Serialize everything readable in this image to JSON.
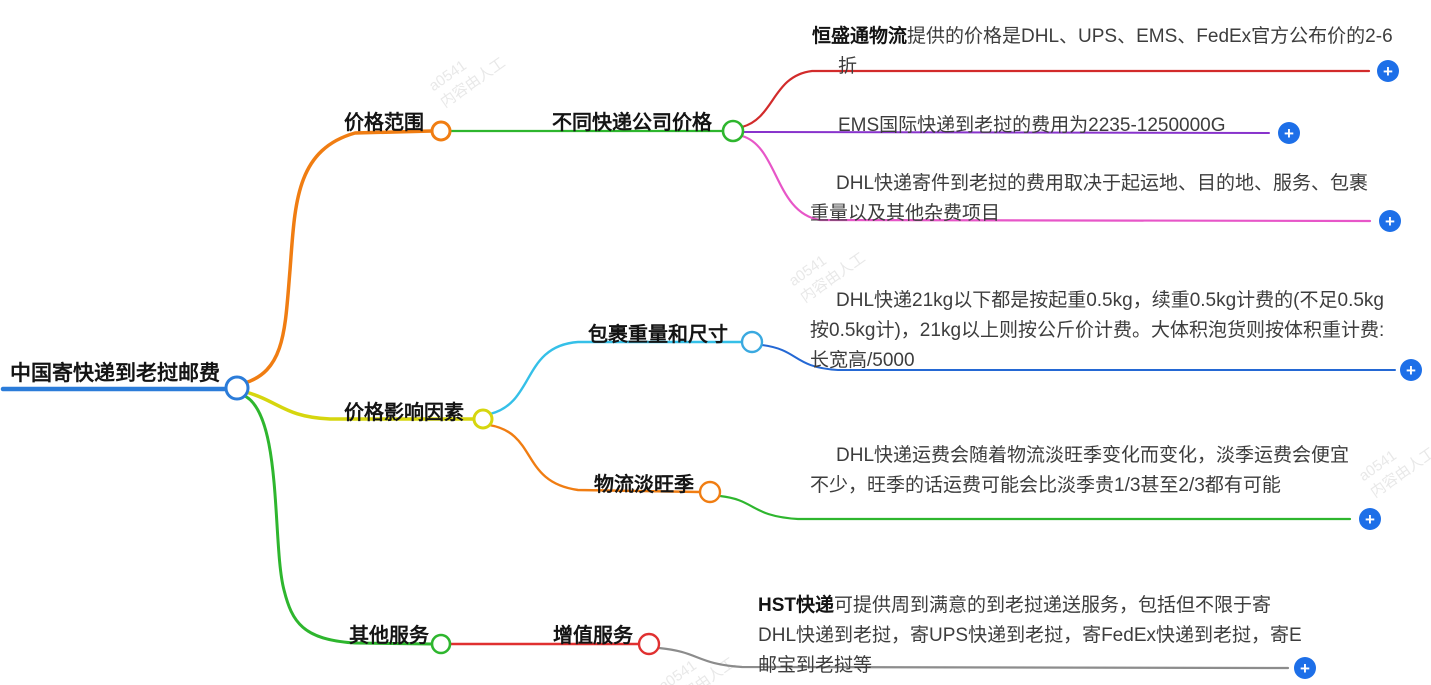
{
  "root": {
    "label": "中国寄快递到老挝邮费"
  },
  "branches": {
    "price_range": {
      "label": "价格范围"
    },
    "company_prices": {
      "label": "不同快递公司价格"
    },
    "price_factors": {
      "label": "价格影响因素"
    },
    "weight_size": {
      "label": "包裹重量和尺寸"
    },
    "season": {
      "label": "物流淡旺季"
    },
    "other_services": {
      "label": "其他服务"
    },
    "value_added": {
      "label": "增值服务"
    }
  },
  "leaves": {
    "hengshengtong": {
      "lead": "恒盛通物流",
      "rest": "提供的价格是DHL、UPS、EMS、FedEx官方公布价的2-6折"
    },
    "ems": {
      "text": "EMS国际快递到老挝的费用为2235-1250000G"
    },
    "dhl_cost": {
      "text": "DHL快递寄件到老挝的费用取决于起运地、目的地、服务、包裹重量以及其他杂费项目"
    },
    "weight_rule": {
      "text": "DHL快递21kg以下都是按起重0.5kg，续重0.5kg计费的(不足0.5kg按0.5kg计)，21kg以上则按公斤价计费。大体积泡货则按体积重计费:长宽高/5000"
    },
    "season_rule": {
      "text": "DHL快递运费会随着物流淡旺季变化而变化，淡季运费会便宜不少，旺季的话运费可能会比淡季贵1/3甚至2/3都有可能"
    },
    "hst": {
      "lead": "HST快递",
      "rest": "可提供周到满意的到老挝递送服务，包括但不限于寄DHL快递到老挝，寄UPS快递到老挝，寄FedEx快递到老挝，寄E邮宝到老挝等"
    }
  },
  "icons": {
    "plus": "+"
  },
  "watermark": {
    "id_text": "a0541",
    "note_text": "内容由人工"
  },
  "colors": {
    "root_blue": "#2b7cd9",
    "orange": "#f07d12",
    "green": "#2eb62e",
    "red": "#d22b2b",
    "bright_red": "#e03030",
    "purple": "#8833cc",
    "magenta": "#e756c8",
    "yellow": "#d6d60e",
    "cyan": "#35c0e8",
    "cyan_circle": "#3aa9e0",
    "leaf_blue": "#2468d4",
    "gray": "#8c8c8c",
    "plus_blue": "#1d6fe8"
  }
}
